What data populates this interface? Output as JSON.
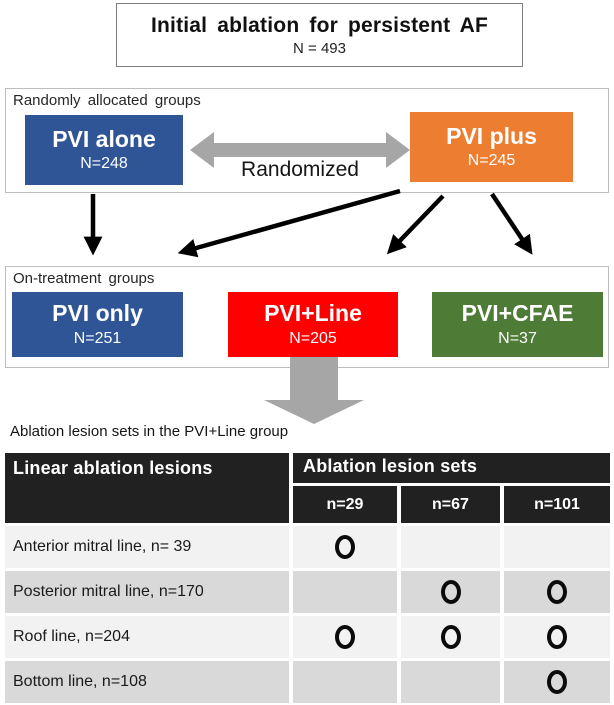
{
  "title_box": {
    "title": "Initial ablation for persistent AF",
    "n": "N = 493"
  },
  "random_section": {
    "label": "Randomly allocated groups",
    "left_box": {
      "name": "PVI alone",
      "n": "N=248",
      "color": "#2F5597"
    },
    "right_box": {
      "name": "PVI plus",
      "n": "N=245",
      "color": "#ED7D31"
    },
    "arrow_label": "Randomized"
  },
  "treatment_section": {
    "label": "On-treatment groups",
    "boxes": [
      {
        "name": "PVI only",
        "n": "N=251",
        "color": "#2F5597"
      },
      {
        "name": "PVI+Line",
        "n": "N=205",
        "color": "#FE0000"
      },
      {
        "name": "PVI+CFAE",
        "n": "N=37",
        "color": "#4E7B35"
      }
    ]
  },
  "table_caption": "Ablation lesion sets in the PVI+Line group",
  "table": {
    "col1_header": "Linear ablation lesions",
    "group_header": "Ablation lesion sets",
    "sub_headers": [
      "n=29",
      "n=67",
      "n=101"
    ],
    "rows": [
      {
        "label": "Anterior mitral line, n= 39",
        "marks": [
          true,
          false,
          false
        ]
      },
      {
        "label": "Posterior mitral line, n=170",
        "marks": [
          false,
          true,
          true
        ]
      },
      {
        "label": "Roof line, n=204",
        "marks": [
          true,
          true,
          true
        ]
      },
      {
        "label": "Bottom line, n=108",
        "marks": [
          false,
          false,
          true
        ]
      }
    ]
  },
  "colors": {
    "header_bg": "#212121",
    "row_light": "#F2F2F2",
    "row_dark": "#D9D9D9",
    "gray_arrow": "#A6A6A6",
    "black_arrow": "#000000"
  }
}
